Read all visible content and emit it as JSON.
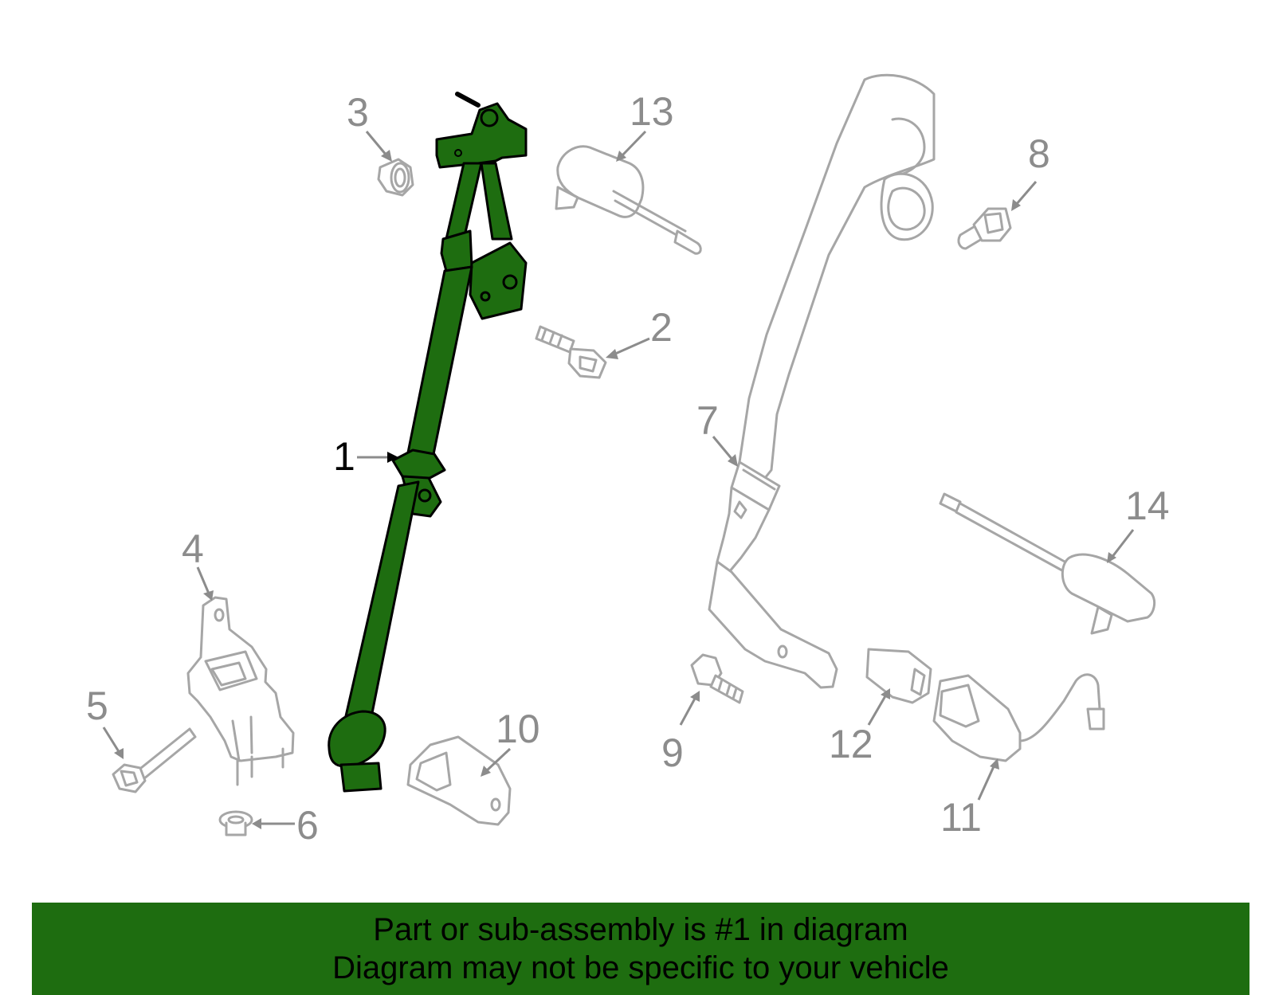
{
  "callouts": {
    "c1": "1",
    "c2": "2",
    "c3": "3",
    "c4": "4",
    "c5": "5",
    "c6": "6",
    "c7": "7",
    "c8": "8",
    "c9": "9",
    "c10": "10",
    "c11": "11",
    "c12": "12",
    "c13": "13",
    "c14": "14"
  },
  "banner": {
    "line1": "Part or sub-assembly is #1 in diagram",
    "line2": "Diagram may not be specific to your vehicle"
  },
  "colors": {
    "highlight": "#1e6d10",
    "banner_background": "#1e6d10",
    "outline_grey": "#a6a6a6",
    "callout_grey": "#8c8c8c"
  },
  "icons": {
    "highlighted_part": "seat-belt-assembly-icon"
  }
}
